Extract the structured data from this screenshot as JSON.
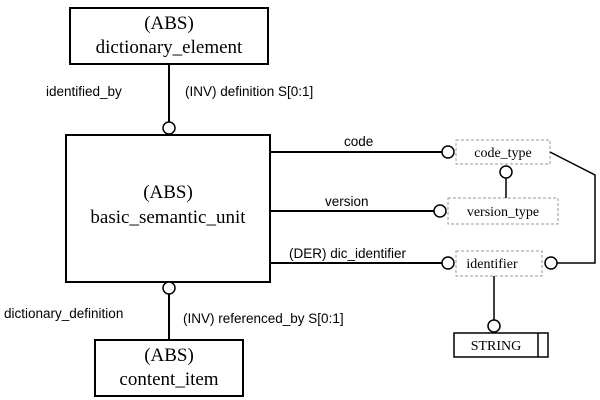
{
  "entities": {
    "dictionary_element": {
      "stereotype": "(ABS)",
      "name": "dictionary_element"
    },
    "basic_semantic_unit": {
      "stereotype": "(ABS)",
      "name": "basic_semantic_unit"
    },
    "content_item": {
      "stereotype": "(ABS)",
      "name": "content_item"
    }
  },
  "types": {
    "code_type": "code_type",
    "version_type": "version_type",
    "identifier": "identifier",
    "string": "STRING"
  },
  "relations": {
    "identified_by": "identified_by",
    "inv_definition": "(INV) definition  S[0:1]",
    "code": "code",
    "version": "version",
    "dic_identifier": "(DER) dic_identifier",
    "dictionary_definition": "dictionary_definition",
    "inv_referenced_by": "(INV) referenced_by  S[0:1]"
  }
}
